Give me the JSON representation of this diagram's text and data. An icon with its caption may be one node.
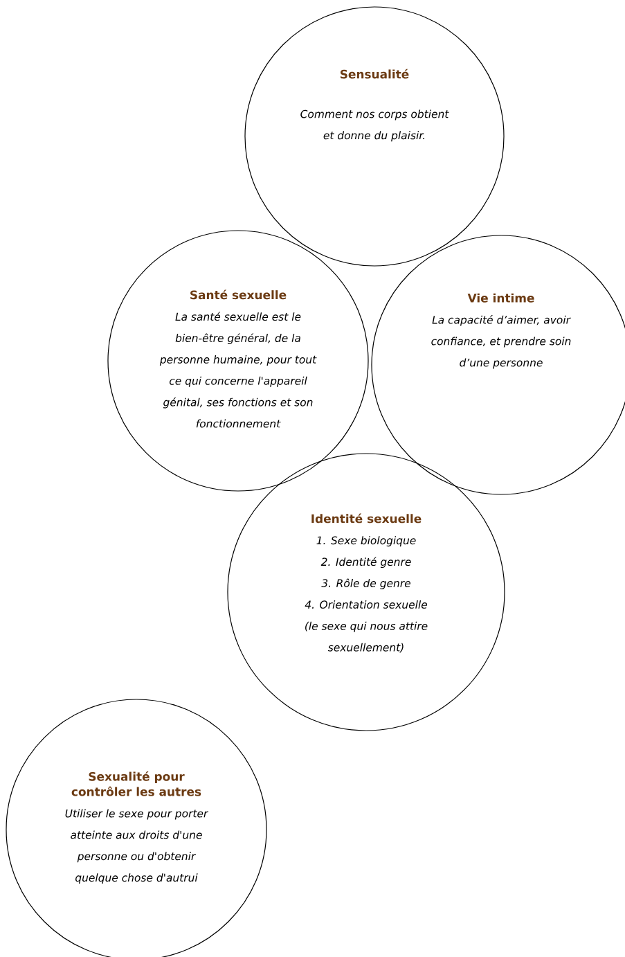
{
  "diagram": {
    "nodes": [
      {
        "text": [
          "Sensualité",
          "Comment nos corps obtient et donne du plaisir."
        ]
      },
      {
        "text": [
          "Santé sexuelle",
          "La  santé sexuelle  est le bien-être général, de la personne humaine, pour tout ce qui concerne l'appareil génital, ses fonctions et son fonctionnement"
        ]
      },
      {
        "text": [
          "Vie intime",
          "La capacité d’aimer, avoir confiance, et prendre soin d’une personne"
        ]
      },
      {
        "text": [
          "Identité sexuelle",
          "1. Sexe biologique",
          "2. Identité genre",
          "3. Rôle de genre",
          "4. Orientation sexuelle",
          "(le sexe qui nous attire sexuellement)"
        ]
      },
      {
        "text": [
          "Sexualité pour contrôler les autres",
          "Utiliser le sexe pour porter atteinte aux droits d'une personne ou d'obtenir quelque chose d'autrui"
        ]
      }
    ]
  }
}
